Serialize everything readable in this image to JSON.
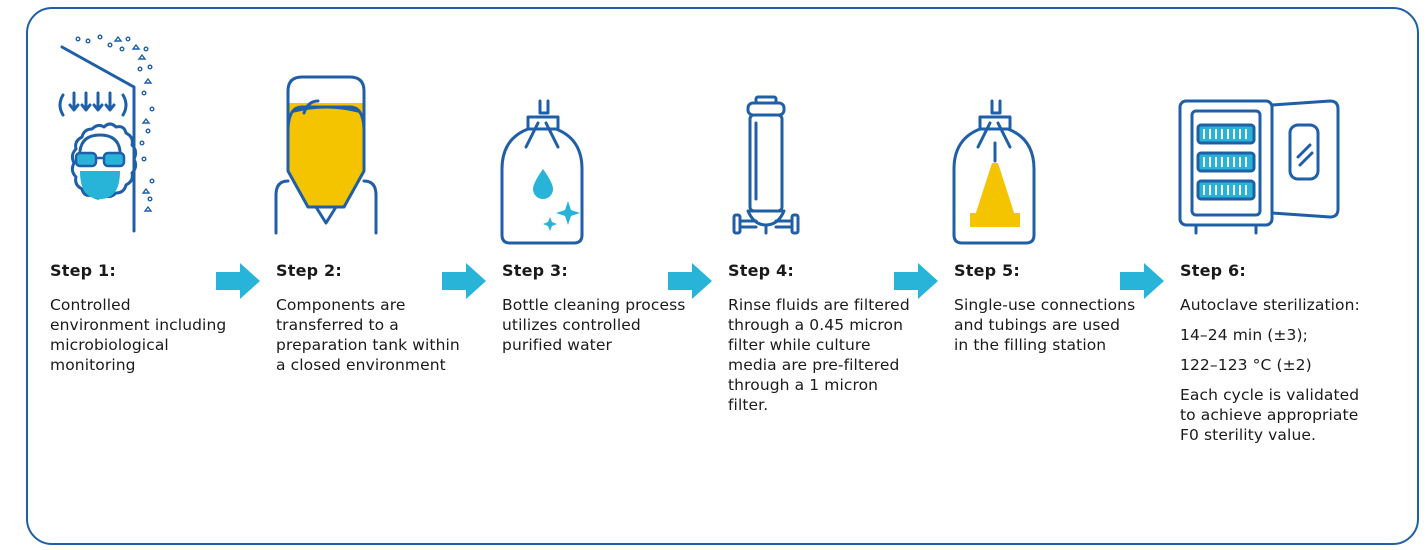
{
  "colors": {
    "border": "#1f5fa8",
    "icon_blue": "#1f5fa8",
    "accent_yellow": "#f5c400",
    "accent_cyan": "#27b4d8",
    "arrow": "#27b4d8"
  },
  "steps": [
    {
      "title": "Step 1:",
      "icon": "cleanroom-person-icon",
      "body": [
        "Controlled environment including microbiological monitoring"
      ]
    },
    {
      "title": "Step 2:",
      "icon": "preparation-tank-icon",
      "body": [
        "Components are transferred to a preparation tank within a closed environment"
      ]
    },
    {
      "title": "Step 3:",
      "icon": "bottle-cleaning-icon",
      "body": [
        "Bottle cleaning process utilizes controlled purified water"
      ]
    },
    {
      "title": "Step 4:",
      "icon": "inline-filter-icon",
      "body": [
        "Rinse fluids are filtered through a 0.45 micron filter while culture media are pre-filtered through a 1 micron filter."
      ]
    },
    {
      "title": "Step 5:",
      "icon": "bottle-filling-icon",
      "body": [
        "Single-use connections and tubings are used in the filling station"
      ]
    },
    {
      "title": "Step 6:",
      "icon": "autoclave-icon",
      "body": [
        "Autoclave sterilization:",
        "14–24 min (±3);",
        "122–123 °C (±2)",
        "Each cycle is validated to achieve appropriate F0 sterility value."
      ]
    }
  ],
  "connector_icon": "arrow-right-icon"
}
